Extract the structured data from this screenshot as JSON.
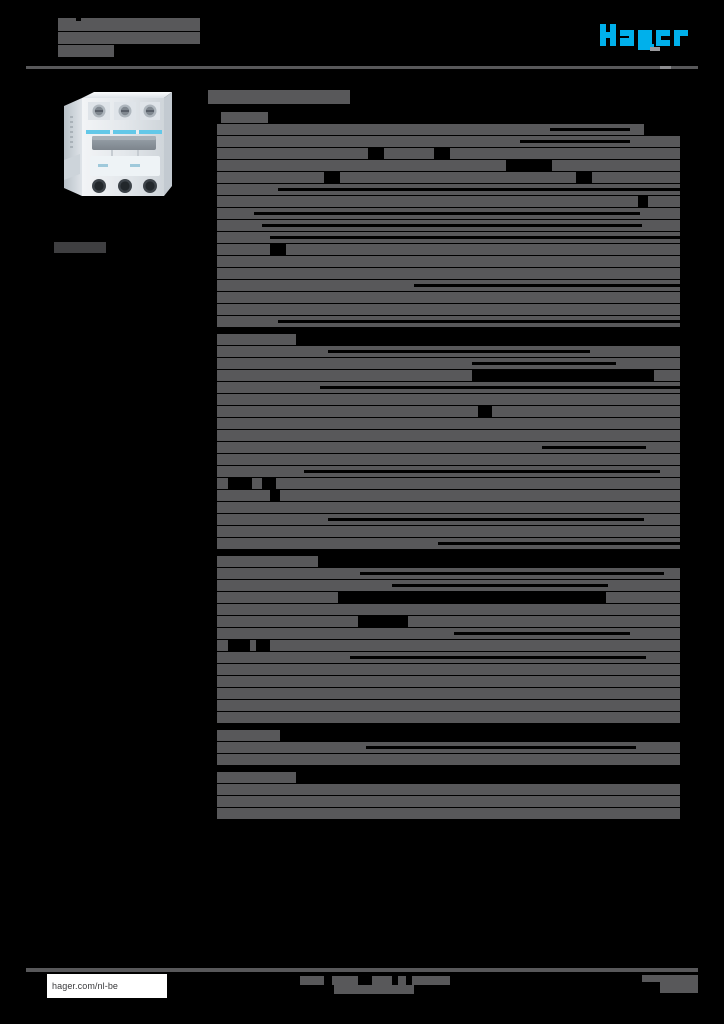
{
  "document": {
    "kind": "product-datasheet",
    "brand_logo_text": "hager",
    "brand_logo_color": "#00b0eb",
    "redaction_color": "#58585a",
    "page_background": "#000000",
    "title_lines": [
      "",
      "",
      ""
    ],
    "section_heading": "",
    "product_caption": ""
  },
  "header": {
    "title": "",
    "subtitle": "",
    "reference": "",
    "logo": "hager"
  },
  "product": {
    "caption": "",
    "image_alt": "3-pole miniature circuit breaker"
  },
  "main": {
    "heading": "",
    "groups": [
      {
        "label": "",
        "rows": [
          {
            "label": "",
            "value": "",
            "leader": true
          },
          {
            "label": "",
            "value": "",
            "leader": true
          },
          {
            "label": "",
            "value": "",
            "leader": true
          },
          {
            "label": "",
            "value": "",
            "leader": false
          },
          {
            "label": "",
            "value": "",
            "leader": false
          },
          {
            "label": "",
            "value": "",
            "leader": true
          },
          {
            "label": "",
            "value": "",
            "leader": false
          },
          {
            "label": "",
            "value": "",
            "leader": true
          },
          {
            "label": "",
            "value": "",
            "leader": true
          },
          {
            "label": "",
            "value": "",
            "leader": true
          },
          {
            "label": "",
            "value": "",
            "leader": false
          },
          {
            "label": "",
            "value": "",
            "leader": true
          },
          {
            "label": "",
            "value": "",
            "leader": false
          },
          {
            "label": "",
            "value": "",
            "leader": false
          },
          {
            "label": "",
            "value": "",
            "leader": true
          },
          {
            "label": "",
            "value": "",
            "leader": false
          },
          {
            "label": "",
            "value": "",
            "leader": false
          },
          {
            "label": "",
            "value": "",
            "leader": true
          }
        ]
      },
      {
        "label": "",
        "rows": [
          {
            "label": "",
            "value": "",
            "leader": false
          },
          {
            "label": "",
            "value": "",
            "leader": true
          },
          {
            "label": "",
            "value": "",
            "leader": true
          },
          {
            "label": "",
            "value": "",
            "leader": false
          },
          {
            "label": "",
            "value": "",
            "leader": true
          },
          {
            "label": "",
            "value": "",
            "leader": false
          },
          {
            "label": "",
            "value": "",
            "leader": false
          },
          {
            "label": "",
            "value": "",
            "leader": false
          },
          {
            "label": "",
            "value": "",
            "leader": true
          },
          {
            "label": "",
            "value": "",
            "leader": true
          },
          {
            "label": "",
            "value": "",
            "leader": false
          },
          {
            "label": "",
            "value": "",
            "leader": true
          },
          {
            "label": "",
            "value": "",
            "leader": false
          },
          {
            "label": "",
            "value": "",
            "leader": false
          },
          {
            "label": "",
            "value": "",
            "leader": true
          },
          {
            "label": "",
            "value": "",
            "leader": false
          },
          {
            "label": "",
            "value": "",
            "leader": true
          }
        ]
      },
      {
        "label": "",
        "rows": [
          {
            "label": "",
            "value": "",
            "leader": false
          },
          {
            "label": "",
            "value": "",
            "leader": true
          },
          {
            "label": "",
            "value": "",
            "leader": true
          },
          {
            "label": "",
            "value": "",
            "leader": false
          },
          {
            "label": "",
            "value": "",
            "leader": false
          },
          {
            "label": "",
            "value": "",
            "leader": false
          },
          {
            "label": "",
            "value": "",
            "leader": true
          },
          {
            "label": "",
            "value": "",
            "leader": false
          },
          {
            "label": "",
            "value": "",
            "leader": true
          },
          {
            "label": "",
            "value": "",
            "leader": false
          },
          {
            "label": "",
            "value": "",
            "leader": true
          },
          {
            "label": "",
            "value": "",
            "leader": false
          },
          {
            "label": "",
            "value": "",
            "leader": false
          },
          {
            "label": "",
            "value": "",
            "leader": false
          }
        ]
      },
      {
        "label": "",
        "rows": [
          {
            "label": "",
            "value": "",
            "leader": false
          },
          {
            "label": "",
            "value": "",
            "leader": true
          },
          {
            "label": "",
            "value": "",
            "leader": false
          }
        ]
      },
      {
        "label": "",
        "rows": [
          {
            "label": "",
            "value": "",
            "leader": false
          },
          {
            "label": "",
            "value": "",
            "leader": false
          },
          {
            "label": "",
            "value": "",
            "leader": false
          }
        ]
      }
    ]
  },
  "footer": {
    "url": "hager.com/nl-be",
    "center_note": "",
    "page_number": ""
  }
}
